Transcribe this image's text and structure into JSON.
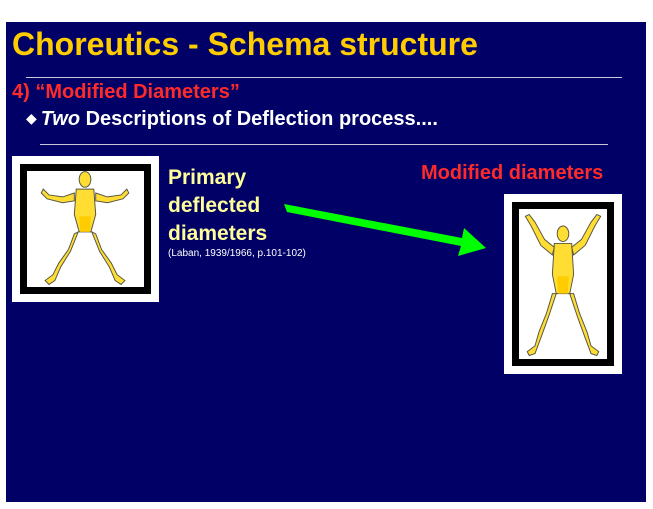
{
  "slide": {
    "title": "Choreutics - Schema structure",
    "section_heading": "4) “Modified Diameters”",
    "bullet": {
      "icon": "diamond-bullet-icon",
      "emphasis": "Two",
      "text": " Descriptions of Deflection process...."
    },
    "left_label": {
      "lines": [
        "Primary",
        "deflected",
        "diameters"
      ],
      "citation": "(Laban, 1939/1966, p.101-102)"
    },
    "right_label": "Modified diameters",
    "figures": {
      "left": "x-pose-figure-icon",
      "right": "arms-up-figure-icon"
    },
    "arrow": {
      "icon": "green-arrow-icon",
      "color": "#00ff00"
    },
    "colors": {
      "background": "#000066",
      "title": "#ffcc00",
      "heading": "#ff2a2a",
      "label": "#ffff99",
      "figure_fill": "#ffdd33"
    }
  }
}
